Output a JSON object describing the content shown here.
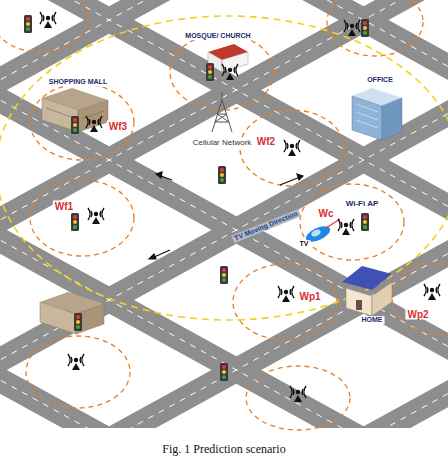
{
  "diagram": {
    "caption": "Fig. 1 Prediction scenario",
    "labels": [
      "MOSQUE/ CHURCH",
      "SHOPPING MALL",
      "OFFICE",
      "Cellular Network",
      "Wf3",
      "Wf2",
      "Wf1",
      "Wc",
      "Wi-Fi AP",
      "TV Moving Direction",
      "TV",
      "HOME",
      "Wp1",
      "Wp2"
    ]
  }
}
